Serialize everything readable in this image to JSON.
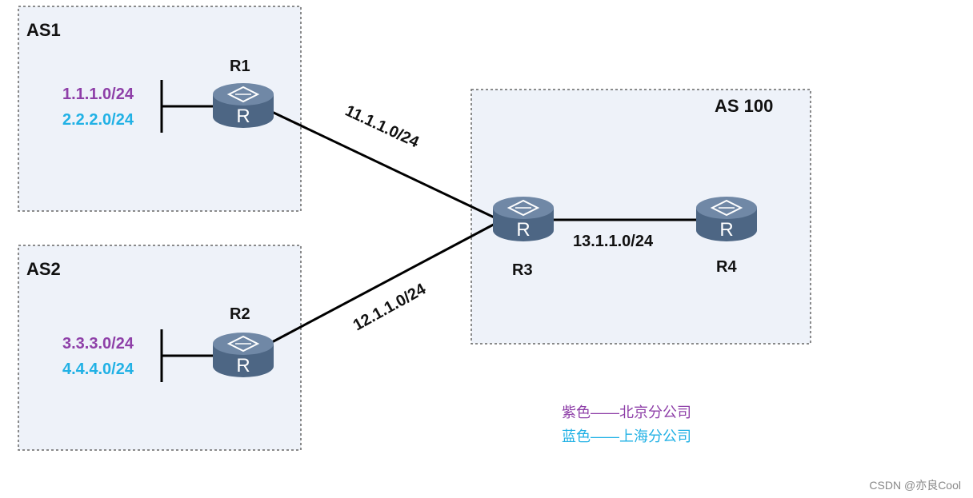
{
  "colors": {
    "purple": "#8e3fa8",
    "cyan": "#21b1e5",
    "router_fill": "#4d6684",
    "router_top": "#6a83a0"
  },
  "as_boxes": {
    "as1": "AS1",
    "as2": "AS2",
    "as100": "AS 100"
  },
  "routers": {
    "r1": "R1",
    "r2": "R2",
    "r3": "R3",
    "r4": "R4"
  },
  "router_glyph": "R",
  "networks": {
    "r1_net1": "1.1.1.0/24",
    "r1_net2": "2.2.2.0/24",
    "r2_net1": "3.3.3.0/24",
    "r2_net2": "4.4.4.0/24"
  },
  "links": {
    "r1_r3": "11.1.1.0/24",
    "r2_r3": "12.1.1.0/24",
    "r3_r4": "13.1.1.0/24"
  },
  "legend": {
    "purple_line": "紫色——北京分公司",
    "blue_line": "蓝色——上海分公司"
  },
  "watermark": "CSDN @亦良Cool"
}
